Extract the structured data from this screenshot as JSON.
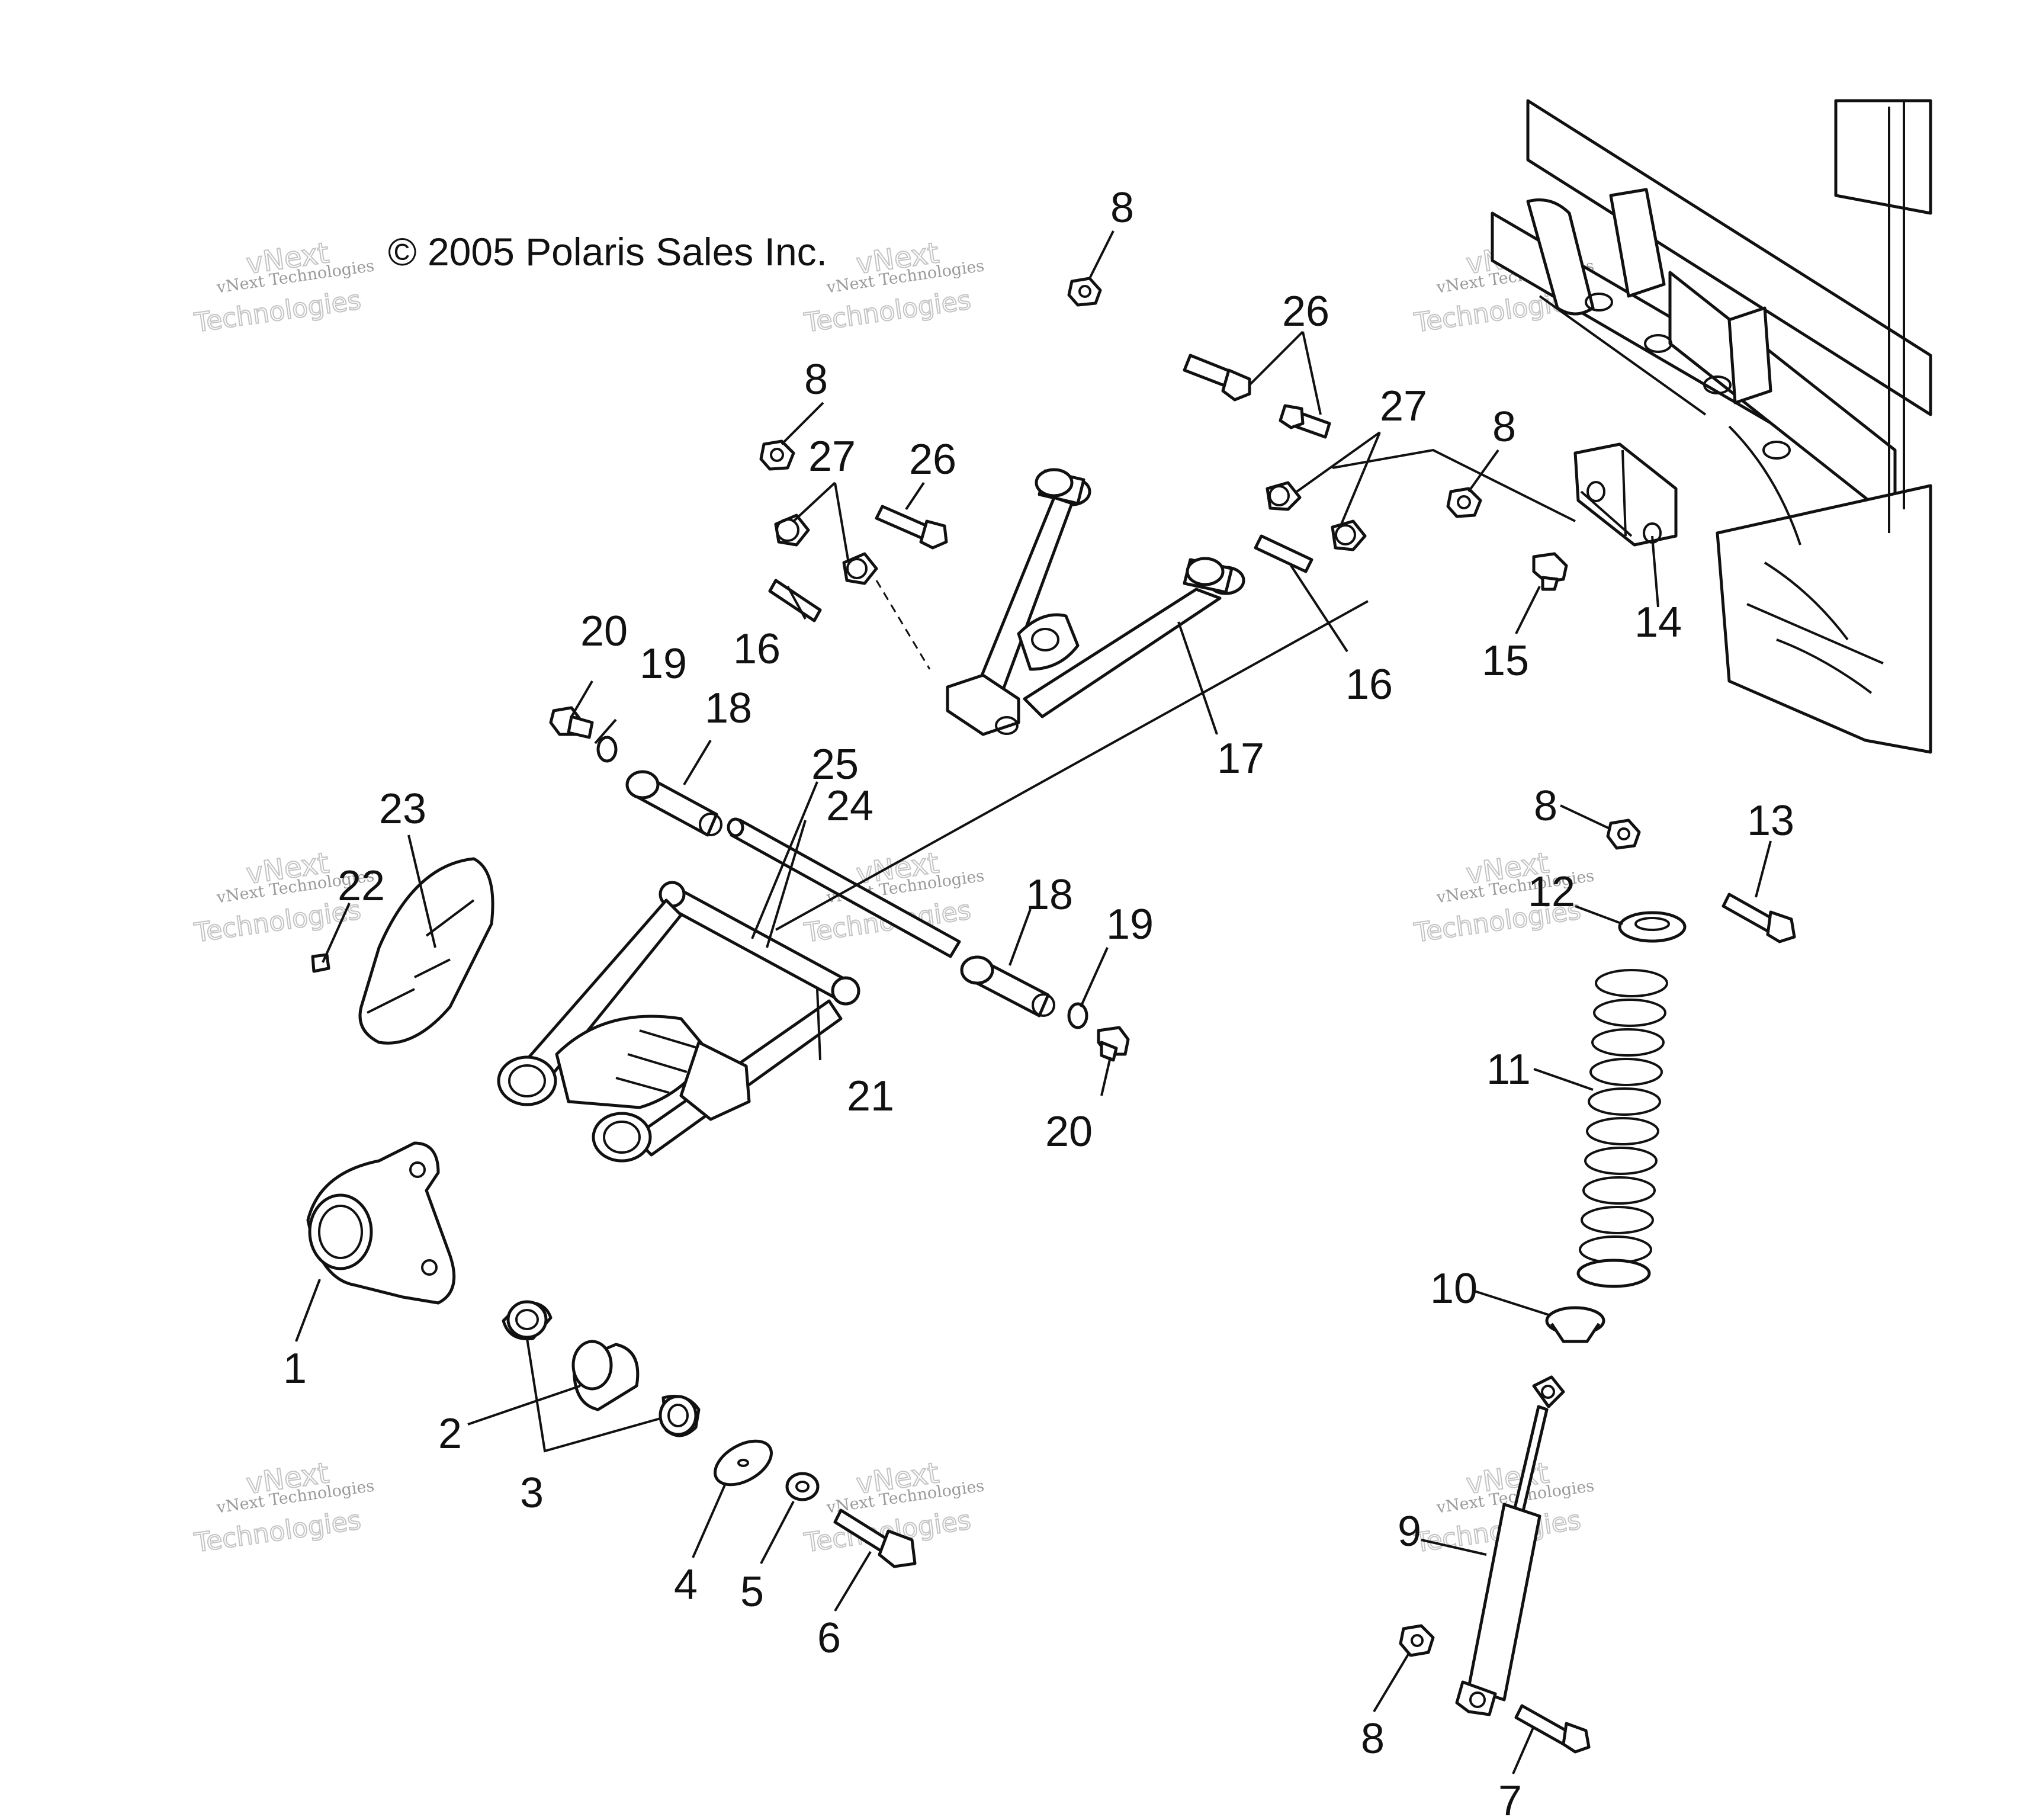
{
  "copyright": "© 2005 Polaris Sales Inc.",
  "watermark": {
    "line1": "vNext Technologies",
    "line2": "vNext",
    "line3": "Technologies"
  },
  "callouts": {
    "c1": "1",
    "c2": "2",
    "c3": "3",
    "c4": "4",
    "c5": "5",
    "c6": "6",
    "c7": "7",
    "c8": "8",
    "c9": "9",
    "c10": "10",
    "c11": "11",
    "c12": "12",
    "c13": "13",
    "c14": "14",
    "c15": "15",
    "c16": "16",
    "c17": "17",
    "c18": "18",
    "c19": "19",
    "c20": "20",
    "c21": "21",
    "c22": "22",
    "c23": "23",
    "c24": "24",
    "c25": "25",
    "c26": "26",
    "c27": "27"
  }
}
